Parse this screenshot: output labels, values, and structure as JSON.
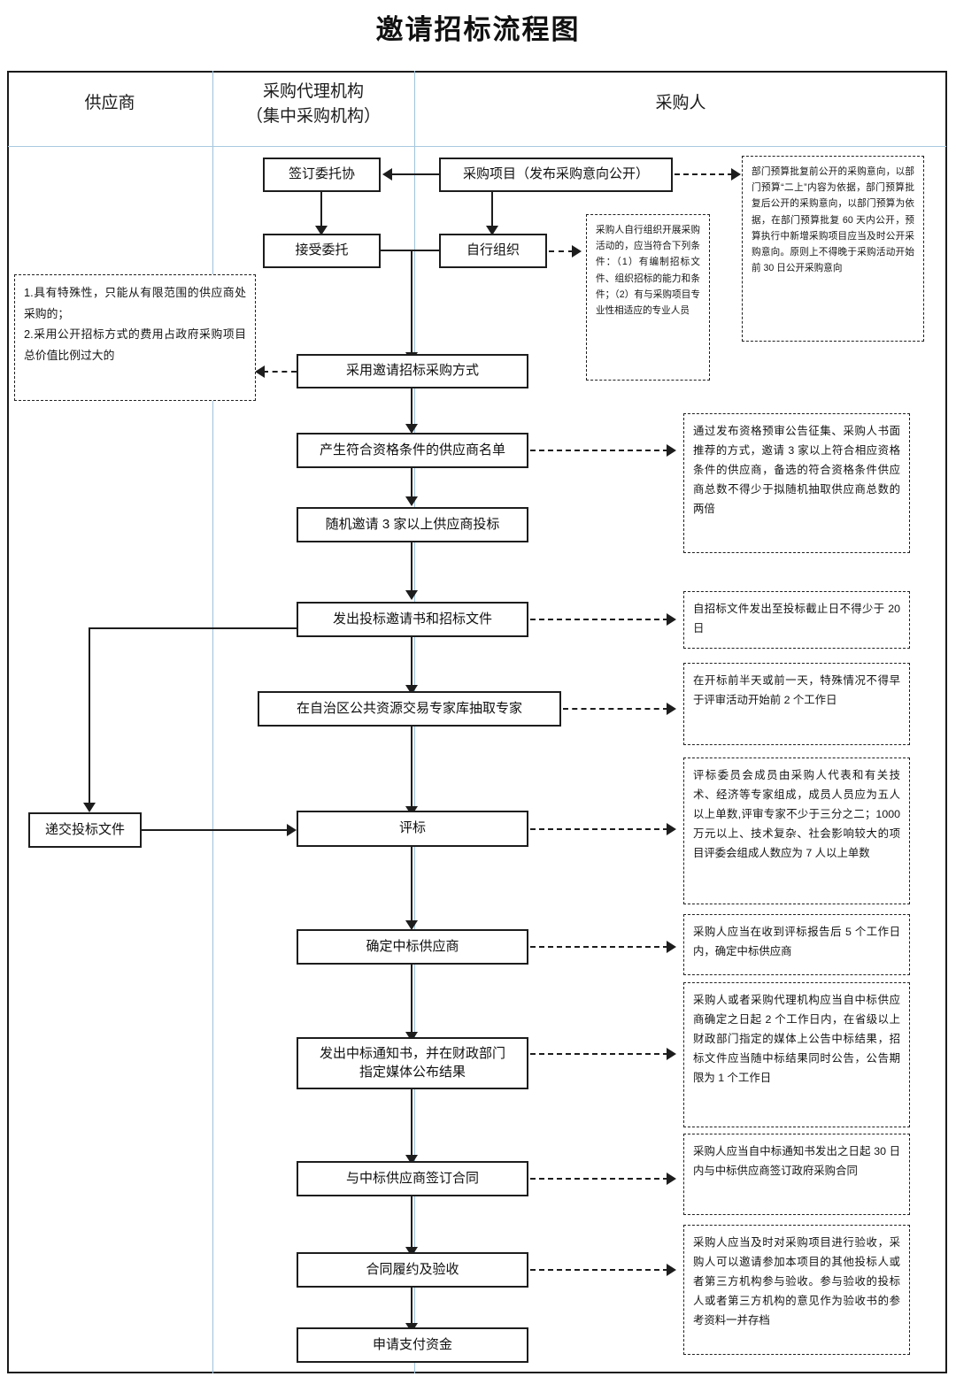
{
  "title": "邀请招标流程图",
  "columns": [
    {
      "id": "supplier",
      "label": "供应商"
    },
    {
      "id": "agency",
      "label": "采购代理机构\n（集中采购机构）"
    },
    {
      "id": "purchaser",
      "label": "采购人"
    }
  ],
  "column_headers": {
    "supplier": "供应商",
    "agency_line1": "采购代理机构",
    "agency_line2": "（集中采购机构）",
    "purchaser": "采购人"
  },
  "chart_data": {
    "type": "diagram",
    "diagram_kind": "swimlane-flowchart",
    "title": "邀请招标流程图",
    "lanes": [
      "供应商",
      "采购代理机构（集中采购机构）",
      "采购人"
    ],
    "nodes": [
      {
        "id": "n1",
        "lane": "采购人",
        "label": "采购项目（发布采购意向公开）"
      },
      {
        "id": "n2",
        "lane": "采购代理机构",
        "label": "签订委托协"
      },
      {
        "id": "n3",
        "lane": "采购代理机构",
        "label": "接受委托"
      },
      {
        "id": "n4",
        "lane": "采购人",
        "label": "自行组织"
      },
      {
        "id": "n5",
        "lane": "采购人",
        "label": "采用邀请招标采购方式"
      },
      {
        "id": "n6",
        "lane": "采购人",
        "label": "产生符合资格条件的供应商名单"
      },
      {
        "id": "n7",
        "lane": "采购人",
        "label": "随机邀请 3 家以上供应商投标"
      },
      {
        "id": "n8",
        "lane": "采购人",
        "label": "发出投标邀请书和招标文件"
      },
      {
        "id": "n9",
        "lane": "采购人",
        "label": "在自治区公共资源交易专家库抽取专家"
      },
      {
        "id": "n10",
        "lane": "供应商",
        "label": "递交投标文件"
      },
      {
        "id": "n11",
        "lane": "采购人",
        "label": "评标"
      },
      {
        "id": "n12",
        "lane": "采购人",
        "label": "确定中标供应商"
      },
      {
        "id": "n13",
        "lane": "采购人",
        "label": "发出中标通知书，并在财政部门\n指定媒体公布结果"
      },
      {
        "id": "n14",
        "lane": "采购人",
        "label": "与中标供应商签订合同"
      },
      {
        "id": "n15",
        "lane": "采购人",
        "label": "合同履约及验收"
      },
      {
        "id": "n16",
        "lane": "采购人",
        "label": "申请支付资金"
      }
    ],
    "notes": [
      {
        "id": "note-intent",
        "attached_to": "n1",
        "text": "部门预算批复前公开的采购意向，以部门预算“二上”内容为依据，部门预算批复后公开的采购意向，以部门预算为依据，在部门预算批复 60 天内公开，预算执行中新增采购项目应当及时公开采购意向。原则上不得晚于采购活动开始前 30 日公开采购意向"
      },
      {
        "id": "note-selforg",
        "attached_to": "n4",
        "text": "采购人自行组织开展采购活动的，应当符合下列条件：（1）有编制招标文件、组织招标的能力和条件；（2）有与采购项目专业性相适应的专业人员"
      },
      {
        "id": "note-invite",
        "attached_to": "n5",
        "text": "1.具有特殊性，只能从有限范围的供应商处采购的；\n2.采用公开招标方式的费用占政府采购项目总价值比例过大的"
      },
      {
        "id": "note-qualify",
        "attached_to": "n6",
        "text": "通过发布资格预审公告征集、采购人书面推荐的方式，邀请 3 家以上符合相应资格条件的供应商，备选的符合资格条件供应商总数不得少于拟随机抽取供应商总数的两倍"
      },
      {
        "id": "note-doc20",
        "attached_to": "n8",
        "text": "自招标文件发出至投标截止日不得少于 20 日"
      },
      {
        "id": "note-expert",
        "attached_to": "n9",
        "text": "在开标前半天或前一天，特殊情况不得早于评审活动开始前 2 个工作日"
      },
      {
        "id": "note-committee",
        "attached_to": "n11",
        "text": "评标委员会成员由采购人代表和有关技术、经济等专家组成，成员人员应为五人以上单数,评审专家不少于三分之二；1000 万元以上、技术复杂、社会影响较大的项目评委会组成人数应为 7 人以上单数"
      },
      {
        "id": "note-award5",
        "attached_to": "n12",
        "text": "采购人应当在收到评标报告后 5 个工作日内，确定中标供应商"
      },
      {
        "id": "note-publish",
        "attached_to": "n13",
        "text": "采购人或者采购代理机构应当自中标供应商确定之日起 2 个工作日内，在省级以上财政部门指定的媒体上公告中标结果，招标文件应当随中标结果同时公告，公告期限为 1 个工作日"
      },
      {
        "id": "note-contract",
        "attached_to": "n14",
        "text": "采购人应当自中标通知书发出之日起 30 日内与中标供应商签订政府采购合同"
      },
      {
        "id": "note-accept",
        "attached_to": "n15",
        "text": "采购人应当及时对采购项目进行验收，采购人可以邀请参加本项目的其他投标人或者第三方机构参与验收。参与验收的投标人或者第三方机构的意见作为验收书的参考资料一并存档"
      }
    ],
    "edges": [
      {
        "from": "n1",
        "to": "n2",
        "style": "solid"
      },
      {
        "from": "n1",
        "to": "n4",
        "style": "solid"
      },
      {
        "from": "n2",
        "to": "n3",
        "style": "solid"
      },
      {
        "from": "n3",
        "to": "n5",
        "style": "solid"
      },
      {
        "from": "n4",
        "to": "n5",
        "style": "solid"
      },
      {
        "from": "n5",
        "to": "n6",
        "style": "solid"
      },
      {
        "from": "n6",
        "to": "n7",
        "style": "solid"
      },
      {
        "from": "n7",
        "to": "n8",
        "style": "solid"
      },
      {
        "from": "n8",
        "to": "n9",
        "style": "solid"
      },
      {
        "from": "n8",
        "to": "n10",
        "style": "solid"
      },
      {
        "from": "n9",
        "to": "n11",
        "style": "solid"
      },
      {
        "from": "n10",
        "to": "n11",
        "style": "solid"
      },
      {
        "from": "n11",
        "to": "n12",
        "style": "solid"
      },
      {
        "from": "n12",
        "to": "n13",
        "style": "solid"
      },
      {
        "from": "n13",
        "to": "n14",
        "style": "solid"
      },
      {
        "from": "n14",
        "to": "n15",
        "style": "solid"
      },
      {
        "from": "n15",
        "to": "n16",
        "style": "solid"
      },
      {
        "from": "n1",
        "to": "note-intent",
        "style": "dashed"
      },
      {
        "from": "n4",
        "to": "note-selforg",
        "style": "dashed"
      },
      {
        "from": "n5",
        "to": "note-invite",
        "style": "dashed"
      },
      {
        "from": "n6",
        "to": "note-qualify",
        "style": "dashed"
      },
      {
        "from": "n8",
        "to": "note-doc20",
        "style": "dashed"
      },
      {
        "from": "n9",
        "to": "note-expert",
        "style": "dashed"
      },
      {
        "from": "n11",
        "to": "note-committee",
        "style": "dashed"
      },
      {
        "from": "n12",
        "to": "note-award5",
        "style": "dashed"
      },
      {
        "from": "n13",
        "to": "note-publish",
        "style": "dashed"
      },
      {
        "from": "n14",
        "to": "note-contract",
        "style": "dashed"
      },
      {
        "from": "n15",
        "to": "note-accept",
        "style": "dashed"
      }
    ]
  },
  "boxes": {
    "sign_entrust": "签订委托协",
    "accept_entrust": "接受委托",
    "purchase_project": "采购项目（发布采购意向公开）",
    "self_organize": "自行组织",
    "invite_method": "采用邀请招标采购方式",
    "supplier_list": "产生符合资格条件的供应商名单",
    "invite_three": "随机邀请 3 家以上供应商投标",
    "issue_docs": "发出投标邀请书和招标文件",
    "draw_experts": "在自治区公共资源交易专家库抽取专家",
    "submit_bid": "递交投标文件",
    "evaluate": "评标",
    "determine_winner": "确定中标供应商",
    "notice_line1": "发出中标通知书，并在财政部门",
    "notice_line2": "指定媒体公布结果",
    "sign_contract": "与中标供应商签订合同",
    "perform_accept": "合同履约及验收",
    "apply_payment": "申请支付资金"
  },
  "notes": {
    "intent": "部门预算批复前公开的采购意向，以部门预算“二上”内容为依据，部门预算批复后公开的采购意向，以部门预算为依据，在部门预算批复 60 天内公开，预算执行中新增采购项目应当及时公开采购意向。原则上不得晚于采购活动开始前 30 日公开采购意向",
    "selforg": "采购人自行组织开展采购活动的，应当符合下列条件：（1）有编制招标文件、组织招标的能力和条件；（2）有与采购项目专业性相适应的专业人员",
    "invite_1": "1.具有特殊性，只能从有限范围的供应商处采购的；",
    "invite_2": "2.采用公开招标方式的费用占政府采购项目总价值比例过大的",
    "qualify": "通过发布资格预审公告征集、采购人书面推荐的方式，邀请 3 家以上符合相应资格条件的供应商，备选的符合资格条件供应商总数不得少于拟随机抽取供应商总数的两倍",
    "doc20": "自招标文件发出至投标截止日不得少于 20 日",
    "expert": "在开标前半天或前一天，特殊情况不得早于评审活动开始前 2 个工作日",
    "committee": "评标委员会成员由采购人代表和有关技术、经济等专家组成，成员人员应为五人以上单数,评审专家不少于三分之二；1000 万元以上、技术复杂、社会影响较大的项目评委会组成人数应为 7 人以上单数",
    "award5": "采购人应当在收到评标报告后 5 个工作日内，确定中标供应商",
    "publish": "采购人或者采购代理机构应当自中标供应商确定之日起 2 个工作日内，在省级以上财政部门指定的媒体上公告中标结果，招标文件应当随中标结果同时公告，公告期限为 1 个工作日",
    "contract": "采购人应当自中标通知书发出之日起 30 日内与中标供应商签订政府采购合同",
    "accept": "采购人应当及时对采购项目进行验收，采购人可以邀请参加本项目的其他投标人或者第三方机构参与验收。参与验收的投标人或者第三方机构的意见作为验收书的参考资料一并存档"
  }
}
